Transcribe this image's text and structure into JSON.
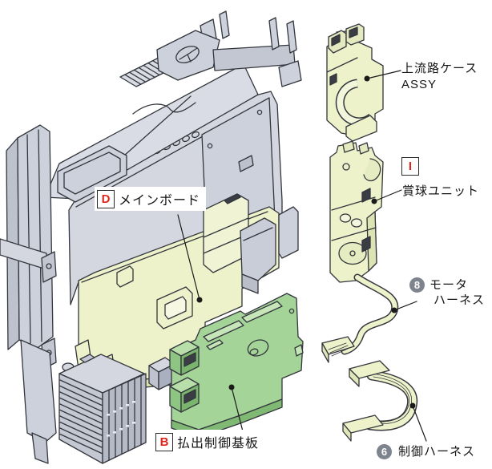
{
  "diagram": {
    "type": "exploded-parts-diagram",
    "background": "#ffffff",
    "colors": {
      "outline": "#33363c",
      "frame_gray": "#d4d7e0",
      "frame_gray_mid": "#c3c7d2",
      "frame_gray_dark": "#aeb3c1",
      "part_yellow": "#edf2ca",
      "board_green": "#a4d498",
      "label_red": "#e2251c",
      "badge_gray": "#7d848e",
      "leader": "#1a1a1a"
    }
  },
  "labels": {
    "main_board": {
      "letter": "D",
      "text": "メインボード"
    },
    "payout_board": {
      "letter": "B",
      "text": "払出制御基板"
    },
    "upper_case": {
      "line1": "上流路ケース",
      "line2": "ASSY"
    },
    "prize_unit": {
      "letter": "I",
      "text": "賞球ユニット"
    },
    "motor_harness": {
      "number": "8",
      "line1": "モータ",
      "line2": "ハーネス"
    },
    "control_harness": {
      "number": "6",
      "text": "制御ハーネス"
    }
  }
}
